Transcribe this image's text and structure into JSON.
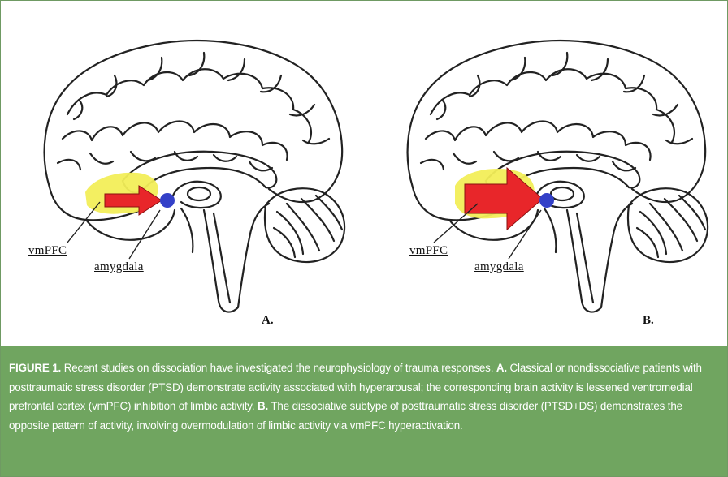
{
  "figure": {
    "panel_a": {
      "vmpfc_label": "vmPFC",
      "amygdala_label": "amygdala",
      "letter": "A."
    },
    "panel_b": {
      "vmpfc_label": "vmPFC",
      "amygdala_label": "amygdala",
      "letter": "B."
    },
    "caption": {
      "figure_label": "FIGURE 1.",
      "text_1": " Recent studies on dissociation have investigated the neurophysiology of trauma responses. ",
      "a_label": "A.",
      "text_2": " Classical or nondissociative patients with posttraumatic stress disorder (PTSD) demonstrate activity associated with hyperarousal; the corresponding brain activity is lessened ventromedial prefrontal cortex (vmPFC) inhibition of limbic activity. ",
      "b_label": "B.",
      "text_3": " The dissociative subtype of posttraumatic stress disorder (PTSD+DS) demonstrates the opposite pattern of activity, involving overmodulation of limbic activity via vmPFC hyperactivation."
    },
    "colors": {
      "vmpfc": "#f2ee58",
      "arrow": "#e8262a",
      "amygdala": "#3340c8",
      "caption_bg": "#70a560",
      "border": "#6f9a63"
    }
  }
}
